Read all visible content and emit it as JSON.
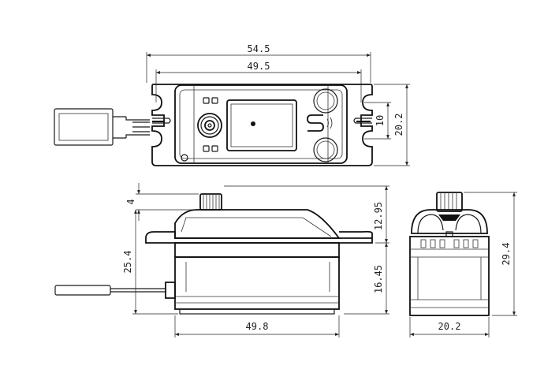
{
  "dimensions": {
    "top_view_overall_width": "54.5",
    "top_view_hole_spacing": "49.5",
    "top_view_slot_spacing": "10",
    "top_view_width": "20.2",
    "side_top_gap": "4",
    "side_upper_height": "12.95",
    "side_mount_height": "25.4",
    "side_lower_height": "16.45",
    "side_body_length": "49.8",
    "end_view_height": "29.4",
    "end_view_width": "20.2"
  },
  "colors": {
    "line": "#1a1a1a",
    "background": "#ffffff"
  }
}
